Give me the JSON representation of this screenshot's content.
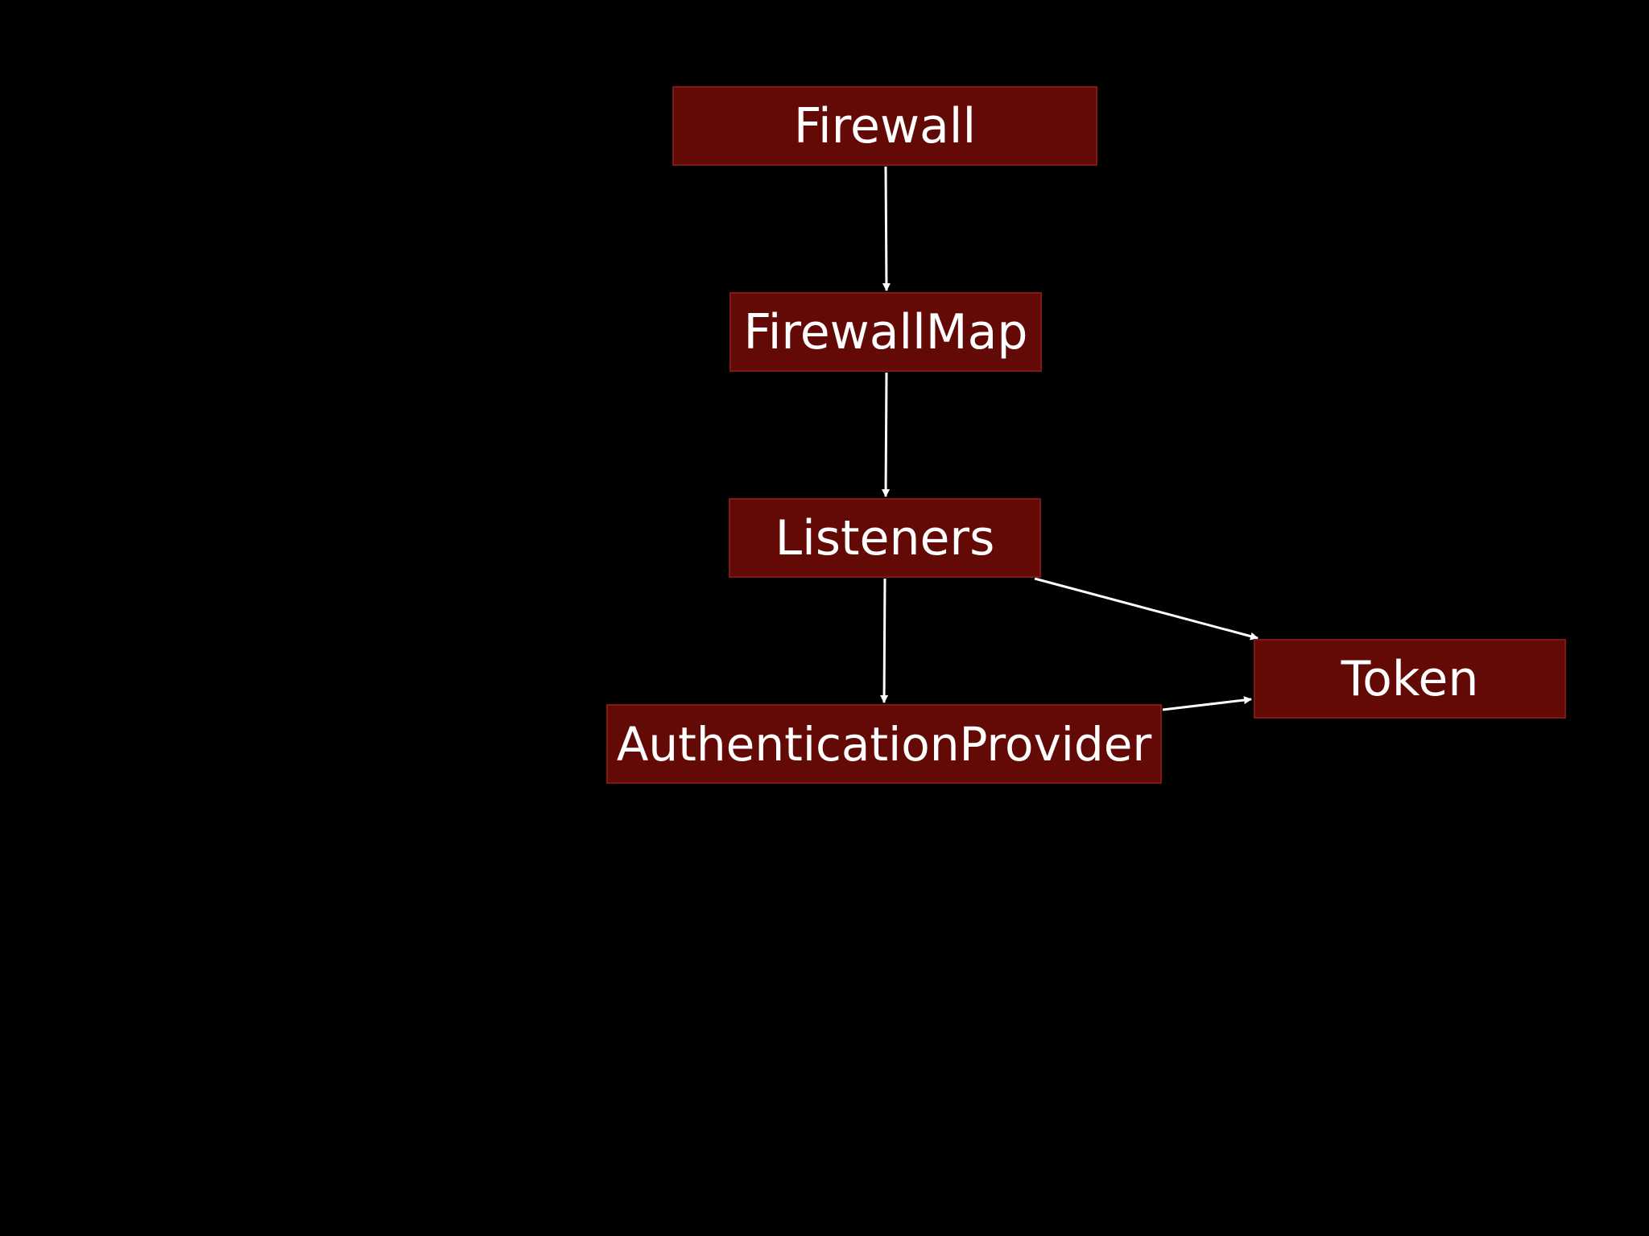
{
  "diagram": {
    "background_color": "#000000",
    "node_fill_color": "#640a06",
    "edge_color": "#ffffff",
    "nodes": {
      "firewall": "Firewall",
      "firewallmap": "FirewallMap",
      "listeners": "Listeners",
      "authentication_provider": "AuthenticationProvider",
      "token": "Token"
    },
    "edges": [
      {
        "from": "Firewall",
        "to": "FirewallMap"
      },
      {
        "from": "FirewallMap",
        "to": "Listeners"
      },
      {
        "from": "Listeners",
        "to": "AuthenticationProvider"
      },
      {
        "from": "Listeners",
        "to": "Token"
      },
      {
        "from": "AuthenticationProvider",
        "to": "Token"
      }
    ]
  }
}
